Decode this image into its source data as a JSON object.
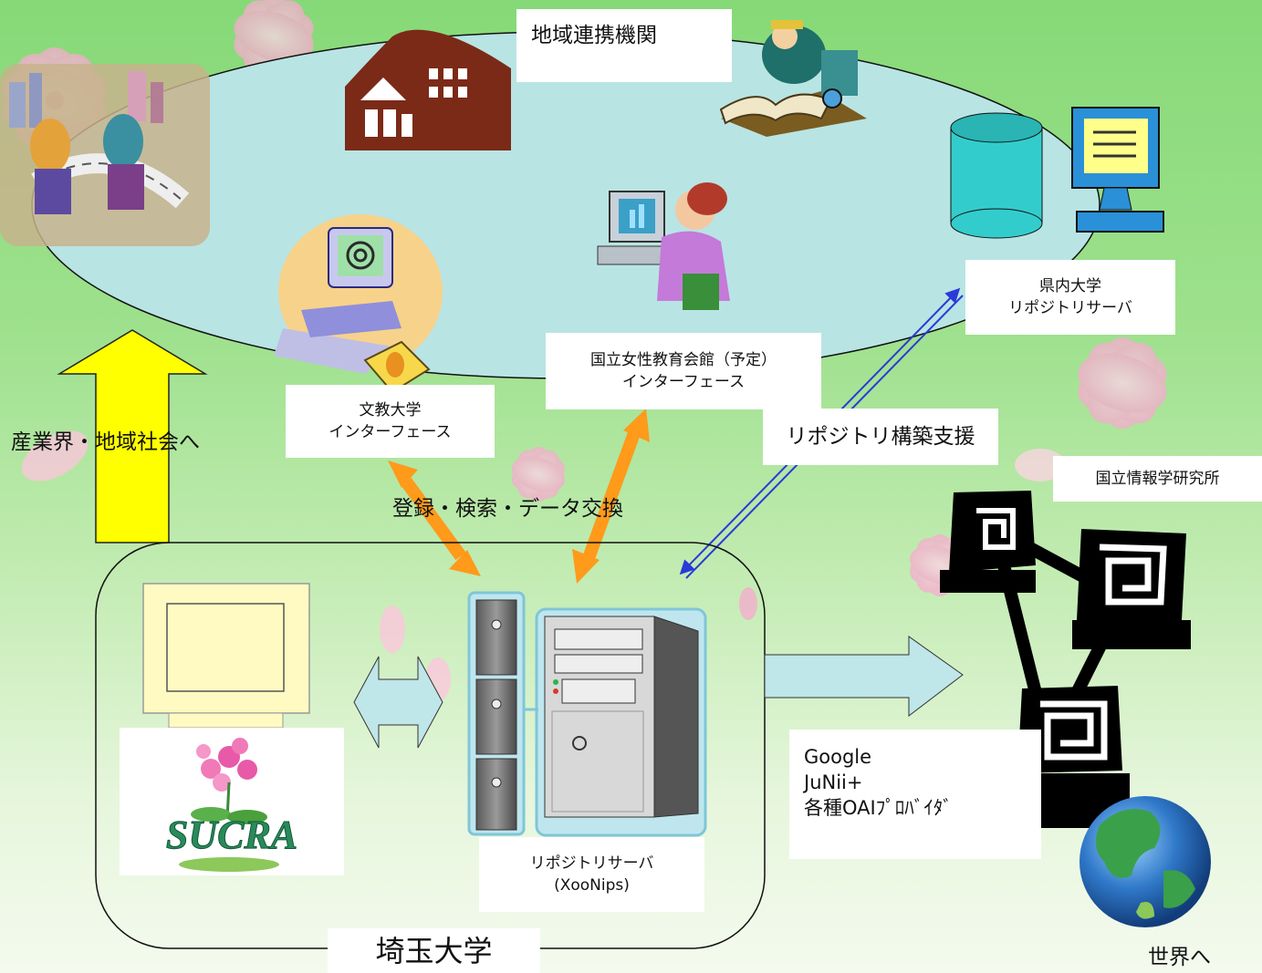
{
  "labels": {
    "regional_org": "地域連携機関",
    "bunkyo_line1": "文教大学",
    "bunkyo_line2": "インターフェース",
    "nwec_line1": "国立女性教育会館（予定）",
    "nwec_line2": "インターフェース",
    "pref_line1": "県内大学",
    "pref_line2": "リポジトリサーバ",
    "repo_support": "リポジトリ構築支援",
    "industry": "産業界・地域社会へ",
    "exchange": "登録・検索・データ交換",
    "nii": "国立情報学研究所",
    "server_line1": "リポジトリサーバ",
    "server_line2": "(XooNips)",
    "harvesters_line1": "Google",
    "harvesters_line2": "JuNii+",
    "harvesters_line3": "各種OAIﾌﾟﾛﾊﾞｲﾀﾞ",
    "saitama": "埼玉大学",
    "world": "世界へ",
    "logo_text": "SUCRA"
  },
  "colors": {
    "ellipse_fill": "#b9e4e4",
    "yellow_arrow": "#ffff00",
    "orange_arrow": "#ff9a1a",
    "blue_arrow": "#2a3ad8",
    "pale_arrow": "#bfe6e8",
    "cylinder": "#33cccc",
    "building": "#7b2a18"
  }
}
